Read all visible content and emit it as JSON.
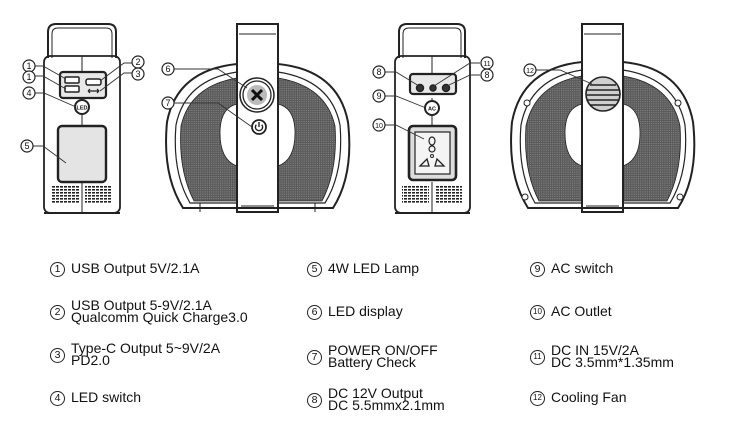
{
  "diagram": {
    "views": [
      "front",
      "side-left",
      "back",
      "side-right"
    ],
    "front_markers": [
      "1",
      "1",
      "2",
      "3",
      "4",
      "5"
    ],
    "side_left_markers": [
      "6",
      "7"
    ],
    "back_markers": [
      "8",
      "11",
      "8",
      "9",
      "10"
    ],
    "side_right_markers": [
      "12"
    ],
    "led_button_text": "LED",
    "ac_button_text": "AC"
  },
  "legend": [
    {
      "num": "1",
      "lines": [
        "USB Output 5V/2.1A"
      ]
    },
    {
      "num": "2",
      "lines": [
        "USB Output 5-9V/2.1A",
        "Qualcomm Quick Charge3.0"
      ]
    },
    {
      "num": "3",
      "lines": [
        "Type-C Output 5~9V/2A",
        "PD2.0"
      ]
    },
    {
      "num": "4",
      "lines": [
        "LED switch"
      ]
    },
    {
      "num": "5",
      "lines": [
        "4W LED Lamp"
      ]
    },
    {
      "num": "6",
      "lines": [
        "LED display"
      ]
    },
    {
      "num": "7",
      "lines": [
        "POWER ON/OFF",
        "Battery Check"
      ]
    },
    {
      "num": "8",
      "lines": [
        "DC 12V Output",
        "DC 5.5mmx2.1mm"
      ]
    },
    {
      "num": "9",
      "lines": [
        "AC switch"
      ]
    },
    {
      "num": "10",
      "lines": [
        "AC Outlet"
      ]
    },
    {
      "num": "11",
      "lines": [
        "DC IN 15V/2A",
        "DC 3.5mm*1.35mm"
      ]
    },
    {
      "num": "12",
      "lines": [
        "Cooling Fan"
      ]
    }
  ]
}
